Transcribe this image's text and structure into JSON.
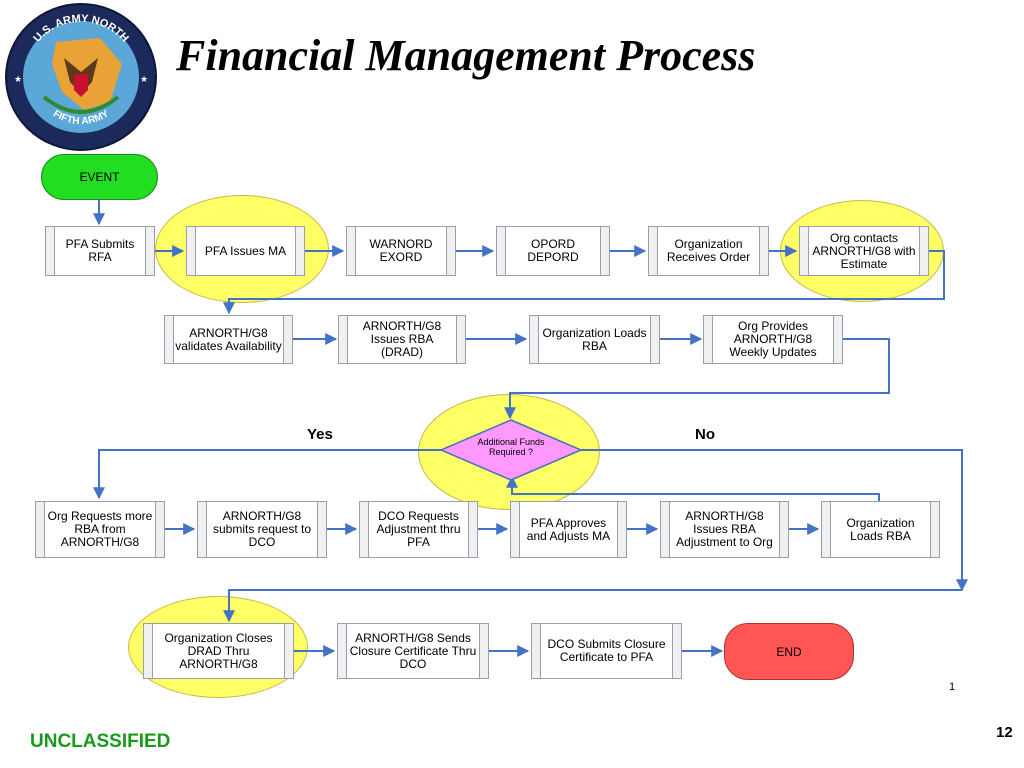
{
  "header": {
    "title": "Financial Management Process"
  },
  "logo": {
    "top_text": "U.S. ARMY NORTH",
    "bottom_text": "FIFTH ARMY"
  },
  "footer": {
    "classification": "UNCLASSIFIED",
    "page_number": "12",
    "footnote": "1"
  },
  "labels": {
    "yes": "Yes",
    "no": "No"
  },
  "colors": {
    "event": "#22dd22",
    "end": "#ff5555",
    "highlight": "#ffff66",
    "decision": "#ff99ff",
    "classification": "#1a9a1a",
    "connector": "#4472c4"
  },
  "flow": {
    "event": "EVENT",
    "end": "END",
    "decision": "Additional Funds Required ?",
    "row1": [
      "PFA Submits RFA",
      "PFA Issues MA",
      "WARNORD EXORD",
      "OPORD DEPORD",
      "Organization Receives Order",
      "Org contacts ARNORTH/G8 with Estimate"
    ],
    "row2": [
      "ARNORTH/G8 validates Availability",
      "ARNORTH/G8 Issues RBA (DRAD)",
      "Organization Loads RBA",
      "Org Provides ARNORTH/G8 Weekly Updates"
    ],
    "row3": [
      "Org Requests more RBA from ARNORTH/G8",
      "ARNORTH/G8 submits request to DCO",
      "DCO Requests Adjustment thru PFA",
      "PFA Approves and Adjusts MA",
      "ARNORTH/G8 Issues RBA Adjustment to Org",
      "Organization Loads RBA"
    ],
    "row4": [
      "Organization Closes DRAD Thru ARNORTH/G8",
      "ARNORTH/G8 Sends Closure Certificate Thru DCO",
      "DCO Submits Closure Certificate to PFA"
    ]
  }
}
